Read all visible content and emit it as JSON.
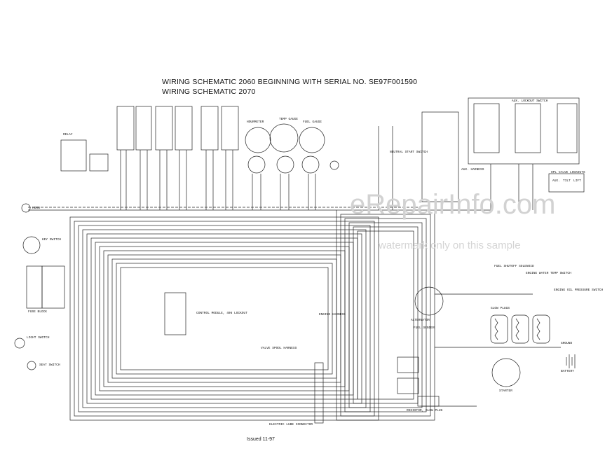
{
  "schematic": {
    "title_line_1": "WIRING SCHEMATIC 2060 BEGINNING WITH SERIAL NO.  SE97F001590",
    "title_line_2": "WIRING SCHEMATIC 2070",
    "issued": "Issued 11-97"
  },
  "watermark": {
    "site": "eRepairInfo.com",
    "note": "watermark only on this sample"
  },
  "labels": {
    "control_module": "CONTROL MODULE, 406 LOCKOUT",
    "engine_harness": "ENGINE HARNESS",
    "valve_spool_harness": "VALVE SPOOL HARNESS",
    "alternator": "ALTERNATOR",
    "starter": "STARTER",
    "battery": "BATTERY",
    "glow_plugs": "GLOW PLUGS",
    "fuel_shutoff_solenoid": "FUEL SHUTOFF SOLENOID",
    "engine_water_temp_switch": "ENGINE WATER TEMP SWITCH",
    "engine_oil_pressure_switch": "ENGINE OIL PRESSURE SWITCH",
    "fuel_sender": "FUEL SENDER",
    "electric_lube_connector": "ELECTRIC LUBE CONNECTOR",
    "aux_lockout_switch": "AUX. LOCKOUT SWITCH",
    "auxiliary_harness": "AUX. HARNESS",
    "hpl_valve_lockouts": "HPL VALVE LOCKOUTS",
    "valve_aux": "AUX.",
    "valve_tilt": "TILT",
    "valve_lift": "LIFT",
    "ground": "GROUND",
    "relay": "RELAY",
    "seat_switch": "SEAT SWITCH",
    "horn": "HORN",
    "hourmeter": "HOURMETER",
    "fuel_gauge": "FUEL GAUGE",
    "temp_gauge": "TEMP GAUGE",
    "neutral_switch": "NEUTRAL START SWITCH",
    "glow_plug_resistor": "RESISTOR, GLOW PLUG",
    "key_switch": "KEY SWITCH",
    "fuse_block": "FUSE BLOCK",
    "light_switch": "LIGHT SWITCH"
  }
}
